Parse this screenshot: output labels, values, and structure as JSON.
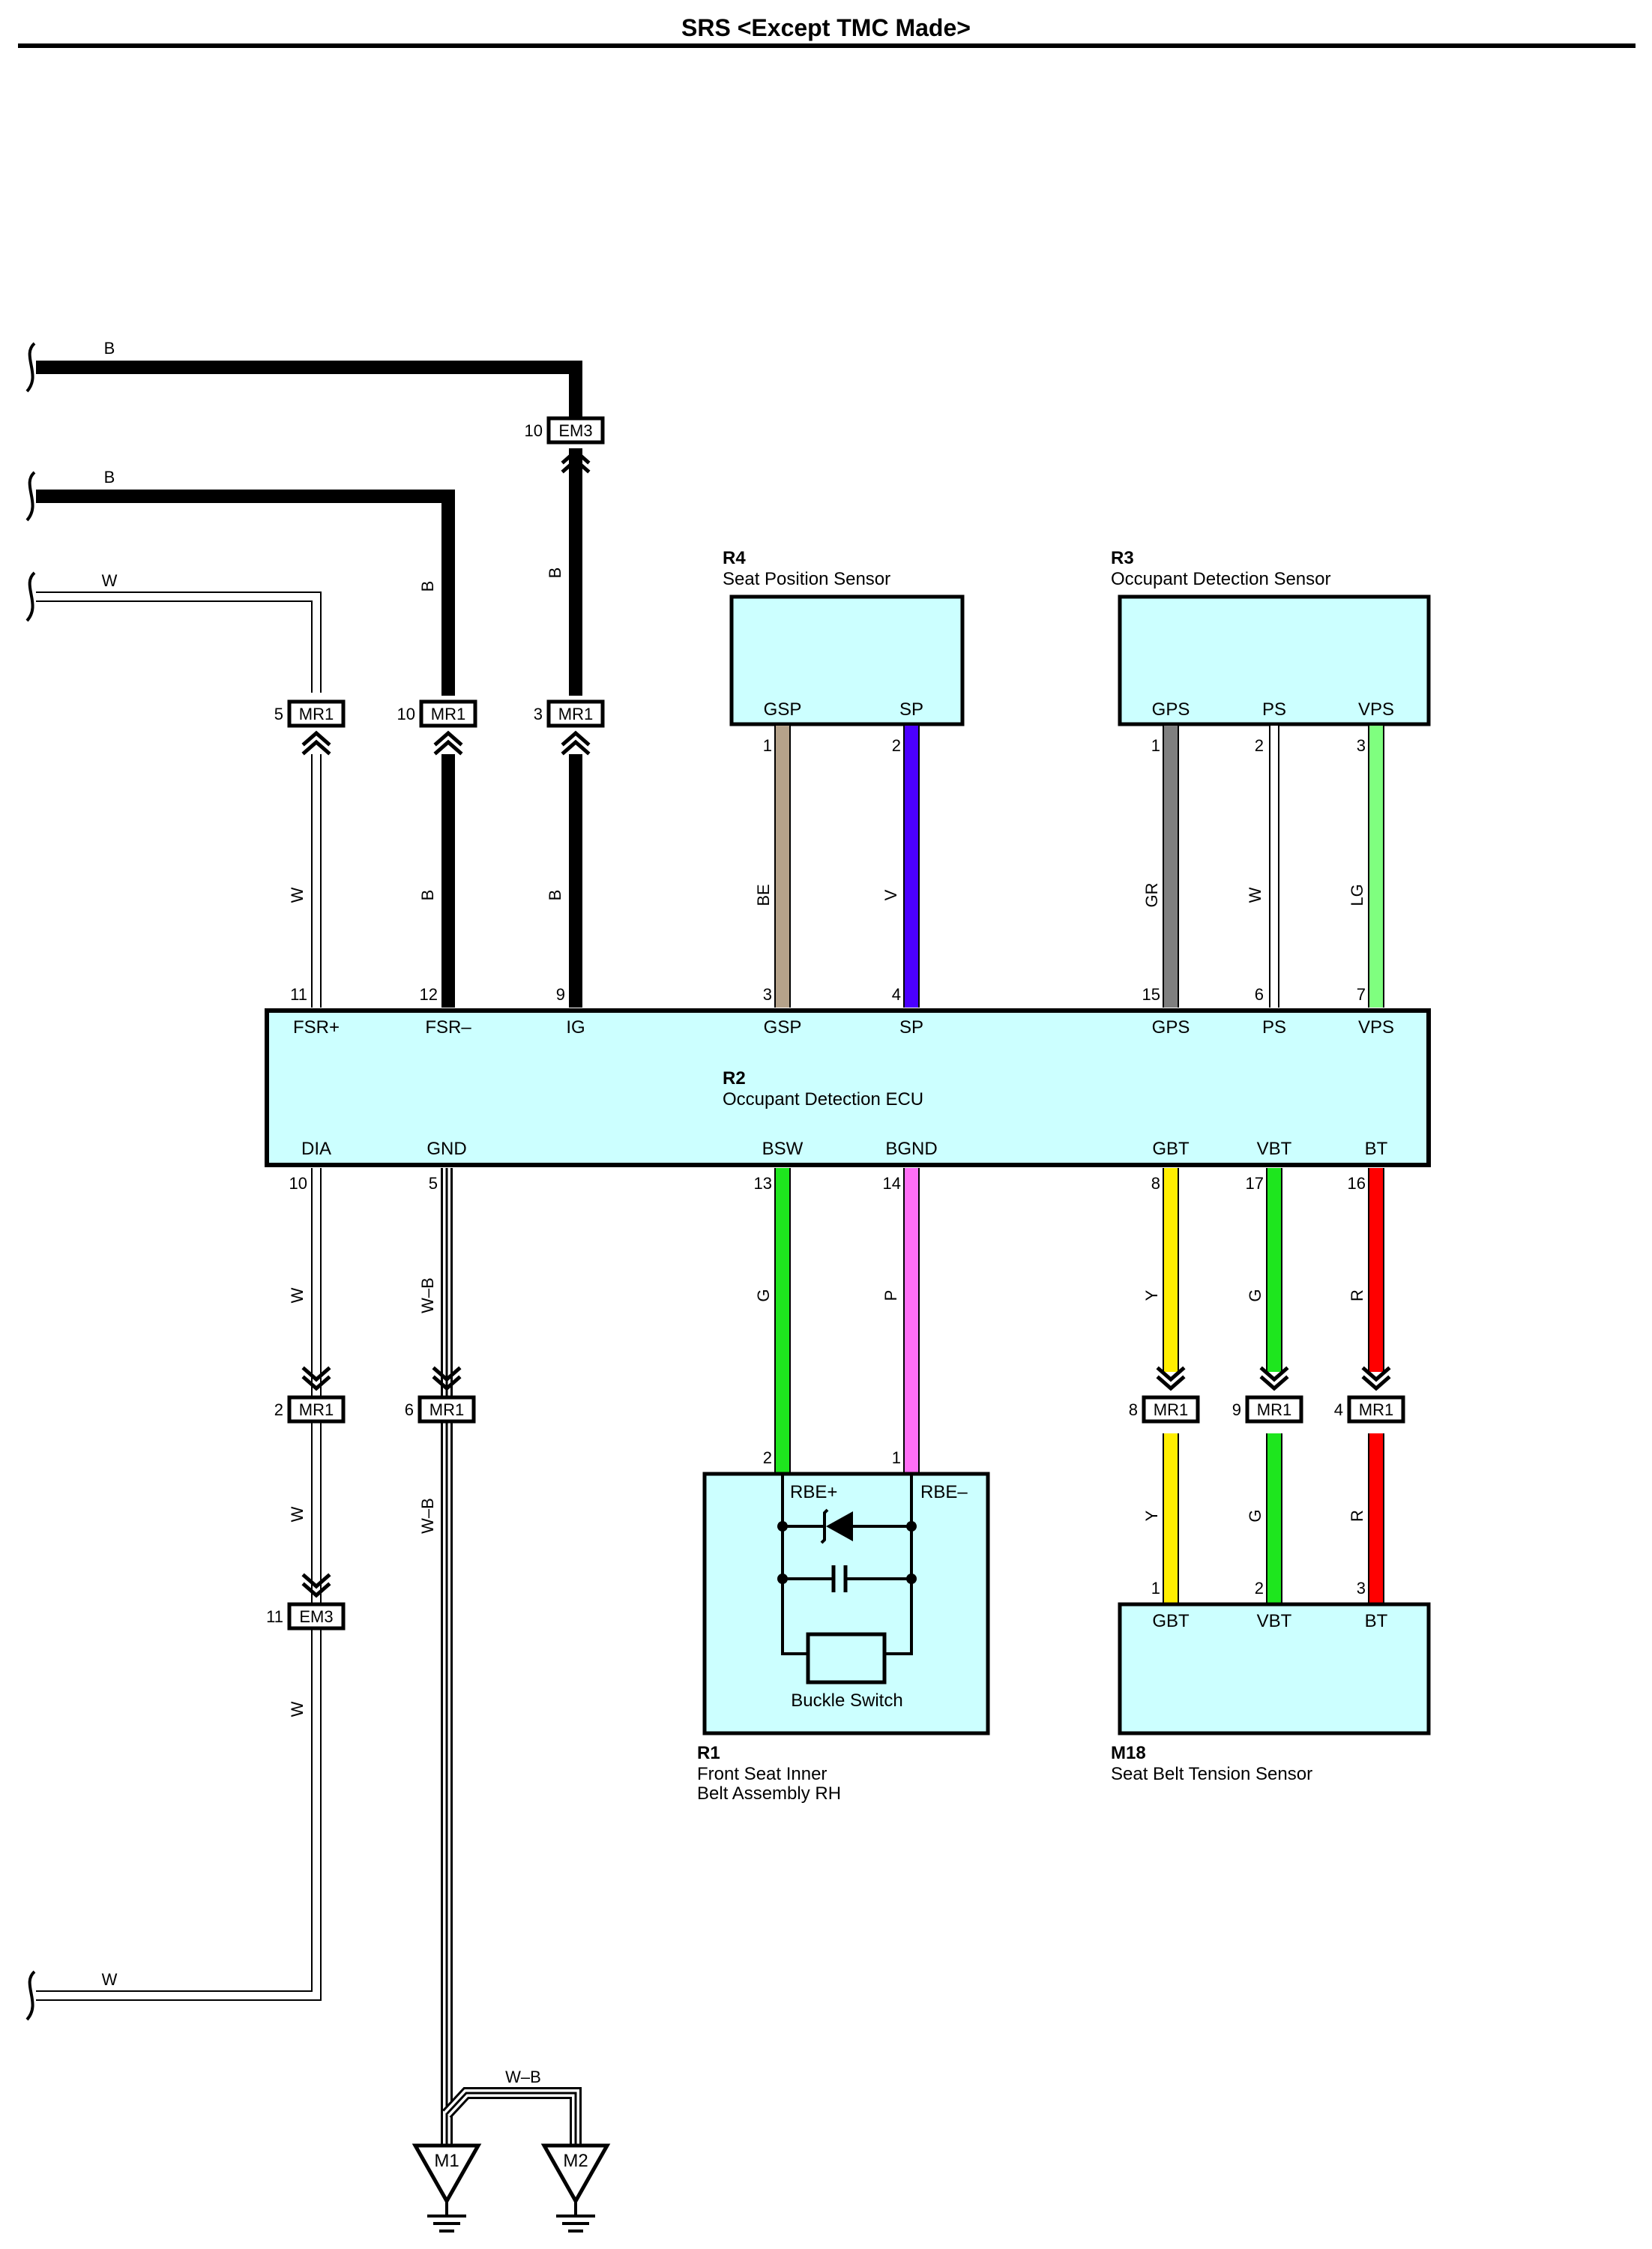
{
  "title": "SRS <Except TMC Made>",
  "colors": {
    "module_fill": "#ccffff",
    "B": "#000000",
    "W": "#ffffff",
    "W-B": "#ffffff",
    "BE": "#b5a28a",
    "V": "#4b00ff",
    "GR": "#7f7f7f",
    "LG": "#7fff7f",
    "G": "#1ee61e",
    "P": "#ff6ef5",
    "Y": "#ffee00",
    "R": "#ff0000"
  },
  "components": {
    "r4": {
      "id": "R4",
      "name": "Seat Position Sensor",
      "pins": [
        "GSP",
        "SP"
      ],
      "pin_numbers": [
        "1",
        "2"
      ]
    },
    "r3": {
      "id": "R3",
      "name": "Occupant Detection Sensor",
      "pins": [
        "GPS",
        "PS",
        "VPS"
      ],
      "pin_numbers": [
        "1",
        "2",
        "3"
      ]
    },
    "r2": {
      "id": "R2",
      "name": "Occupant Detection ECU",
      "top_pins": [
        "FSR+",
        "FSR–",
        "IG",
        "GSP",
        "SP",
        "GPS",
        "PS",
        "VPS"
      ],
      "top_numbers": [
        "11",
        "12",
        "9",
        "3",
        "4",
        "15",
        "6",
        "7"
      ],
      "bottom_pins": [
        "DIA",
        "GND",
        "BSW",
        "BGND",
        "GBT",
        "VBT",
        "BT"
      ],
      "bottom_numbers": [
        "10",
        "5",
        "13",
        "14",
        "8",
        "17",
        "16"
      ]
    },
    "r1": {
      "id": "R1",
      "name_lines": [
        "Front Seat Inner",
        "Belt Assembly RH"
      ],
      "pins": [
        "RBE+",
        "RBE–"
      ],
      "pin_numbers": [
        "2",
        "1"
      ],
      "switch_label": "Buckle Switch"
    },
    "m18": {
      "id": "M18",
      "name": "Seat Belt Tension Sensor",
      "pins": [
        "GBT",
        "VBT",
        "BT"
      ],
      "pin_numbers": [
        "1",
        "2",
        "3"
      ]
    }
  },
  "wire_labels": {
    "left_b1": "B",
    "left_b2": "B",
    "left_w_top": "W",
    "left_w_bottom": "W",
    "ig_upper": "B",
    "fsrm_upper": "B",
    "fsrp": "W",
    "fsrm": "B",
    "ig": "B",
    "gsp": "BE",
    "sp": "V",
    "gps": "GR",
    "ps": "W",
    "vps": "LG",
    "dia_1": "W",
    "dia_2": "W",
    "dia_3": "W",
    "gnd_1": "W–B",
    "gnd_2": "W–B",
    "gnd_m2": "W–B",
    "bsw": "G",
    "bgnd": "P",
    "gbt_1": "Y",
    "vbt_1": "G",
    "bt_1": "R",
    "gbt_2": "Y",
    "vbt_2": "G",
    "bt_2": "R"
  },
  "connectors": {
    "em3_top": {
      "code": "EM3",
      "pin": "10"
    },
    "mr1_fsrp": {
      "code": "MR1",
      "pin": "5"
    },
    "mr1_fsrm": {
      "code": "MR1",
      "pin": "10"
    },
    "mr1_ig": {
      "code": "MR1",
      "pin": "3"
    },
    "mr1_dia": {
      "code": "MR1",
      "pin": "2"
    },
    "em3_dia": {
      "code": "EM3",
      "pin": "11"
    },
    "mr1_gnd": {
      "code": "MR1",
      "pin": "6"
    },
    "mr1_gbt": {
      "code": "MR1",
      "pin": "8"
    },
    "mr1_vbt": {
      "code": "MR1",
      "pin": "9"
    },
    "mr1_bt": {
      "code": "MR1",
      "pin": "4"
    }
  },
  "grounds": [
    "M1",
    "M2"
  ]
}
